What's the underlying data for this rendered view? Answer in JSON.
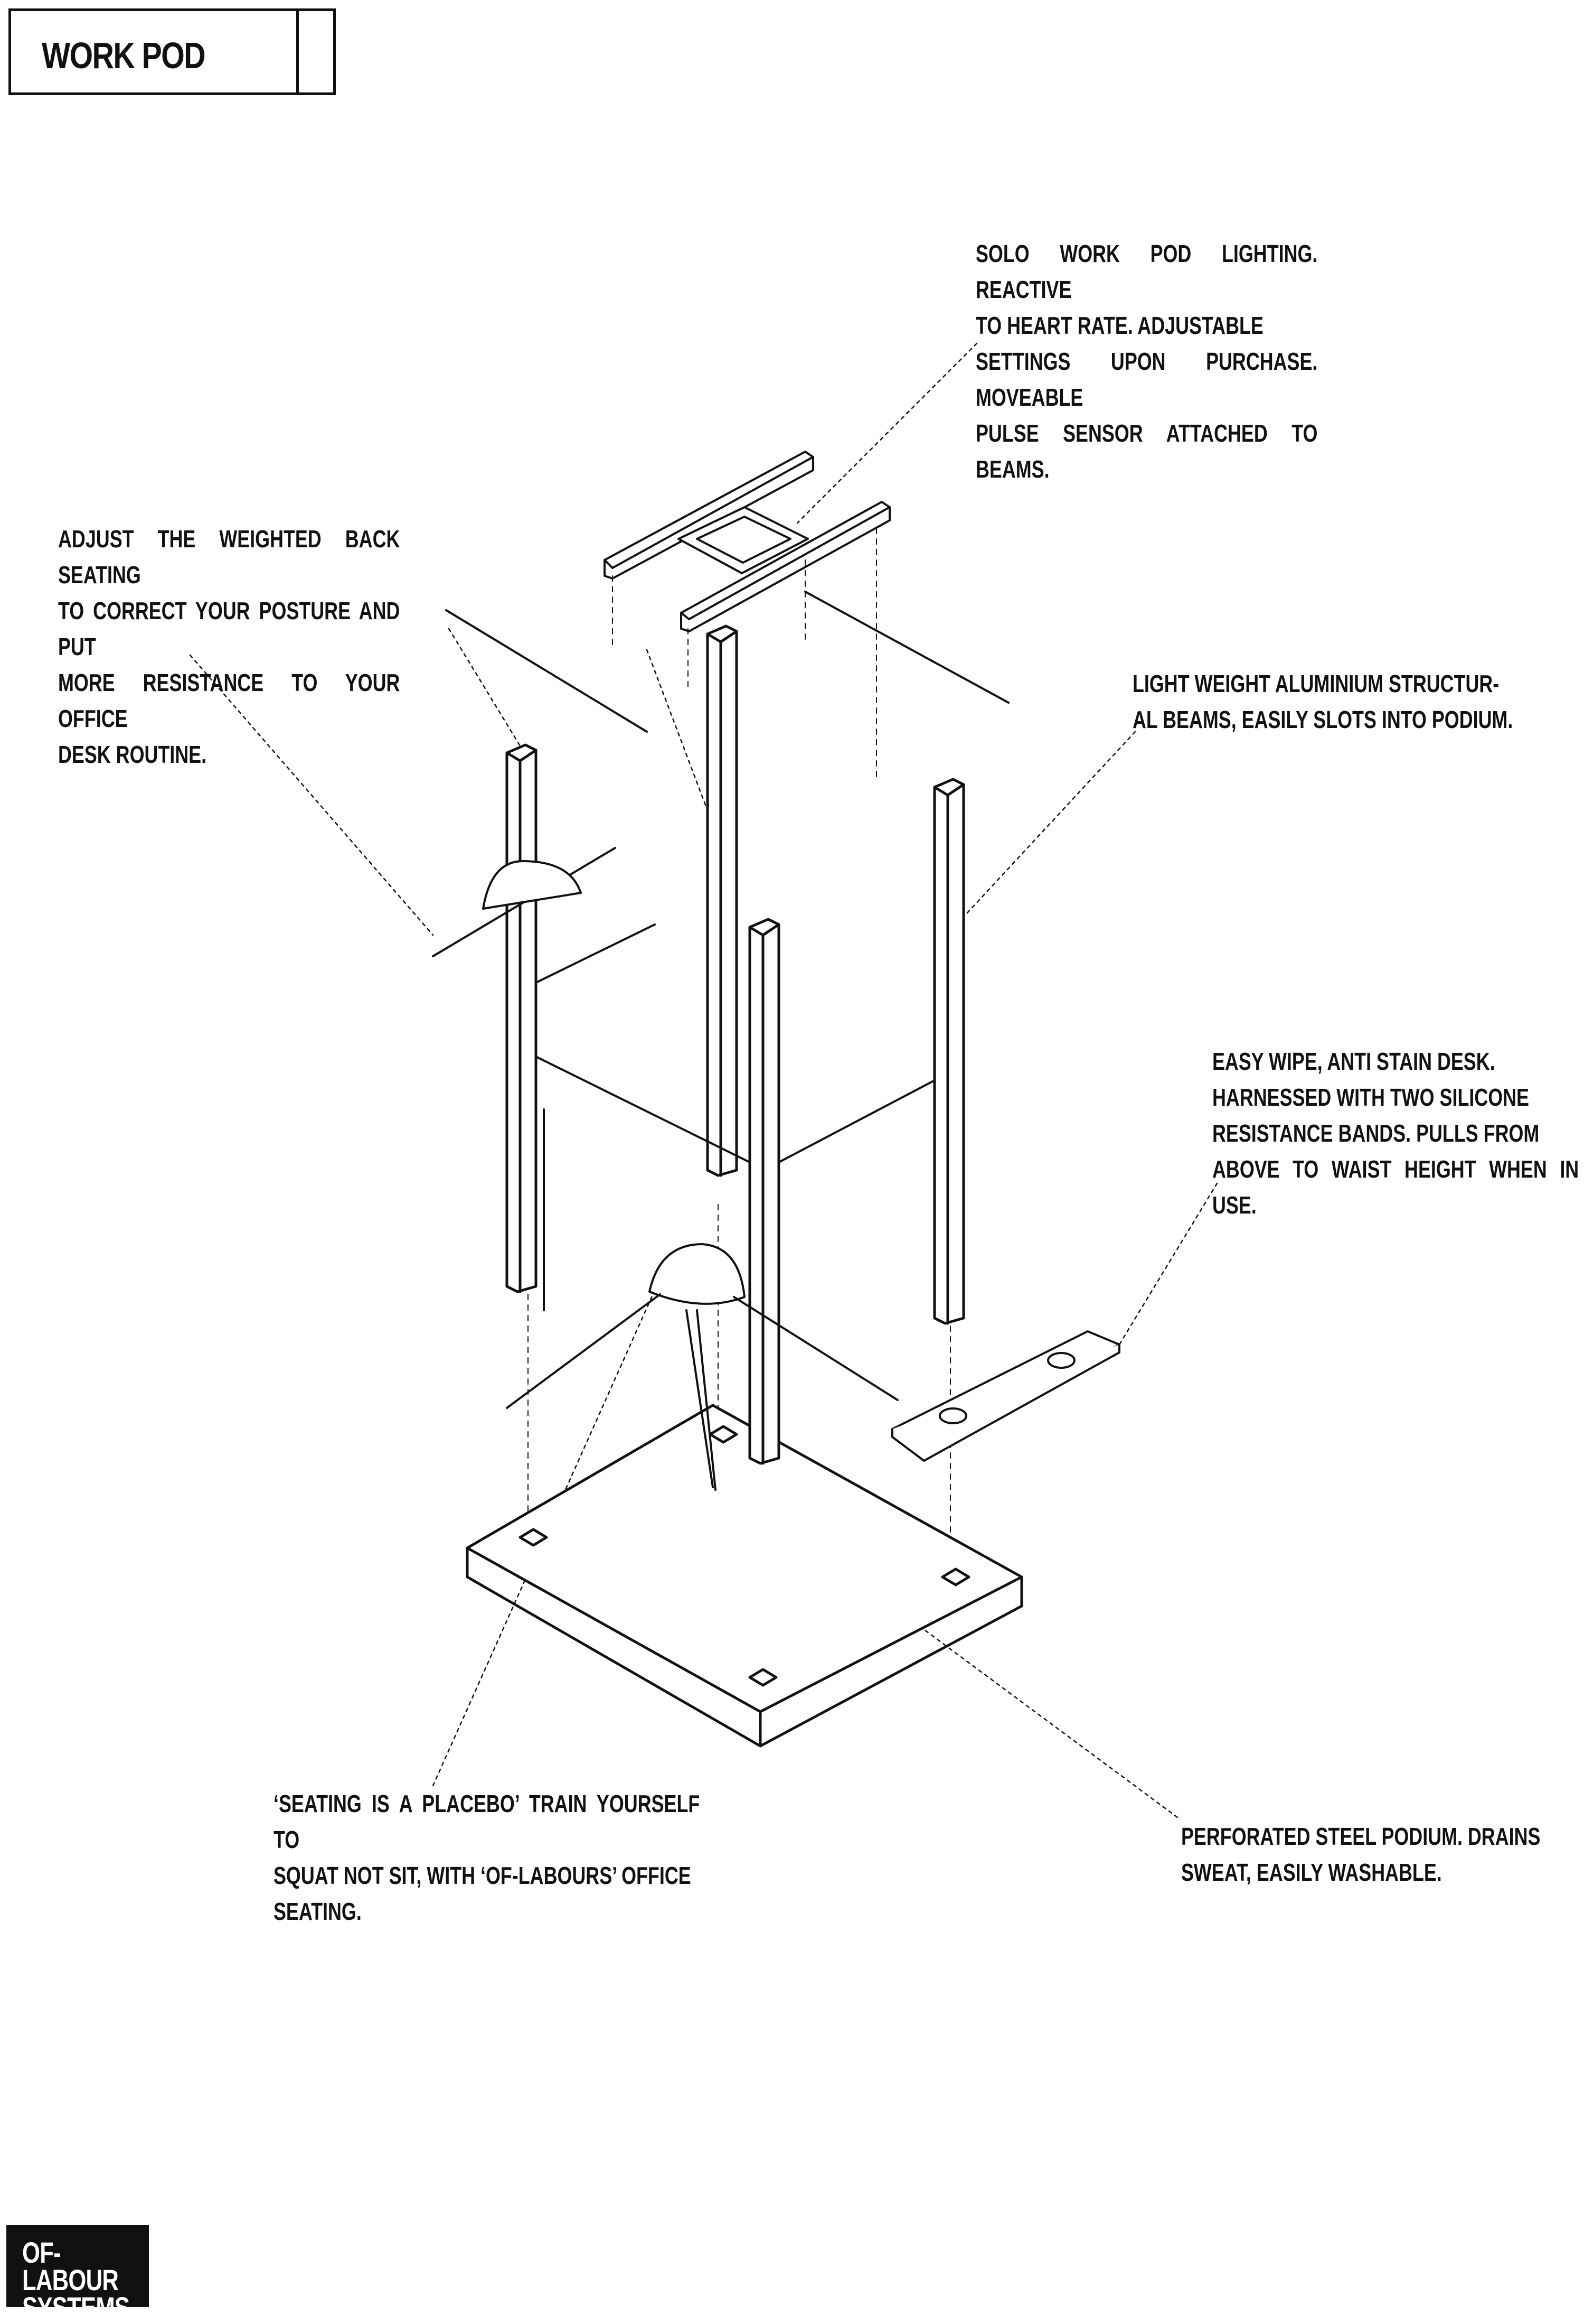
{
  "header": {
    "title": "WORK POD"
  },
  "annotations": {
    "lighting": [
      "SOLO WORK POD LIGHTING. REACTIVE",
      "TO HEART RATE. ADJUSTABLE",
      "SETTINGS UPON PURCHASE. MOVEABLE",
      "PULSE SENSOR ATTACHED TO BEAMS."
    ],
    "seating_back": [
      "ADJUST THE WEIGHTED BACK SEATING",
      "TO CORRECT YOUR POSTURE AND PUT",
      "MORE RESISTANCE TO YOUR OFFICE",
      "DESK ROUTINE."
    ],
    "beams": [
      "LIGHT WEIGHT ALUMINIUM STRUCTUR-",
      "AL BEAMS, EASILY SLOTS INTO PODIUM."
    ],
    "desk": [
      "EASY WIPE, ANTI STAIN DESK.",
      "HARNESSED WITH TWO SILICONE",
      "RESISTANCE BANDS. PULLS FROM",
      "ABOVE TO WAIST HEIGHT WHEN IN USE."
    ],
    "seating_placebo": [
      "‘SEATING IS A PLACEBO’ TRAIN YOURSELF TO",
      "SQUAT NOT SIT, WITH ‘OF-LABOURS’ OFFICE",
      "SEATING."
    ],
    "podium": [
      "PERFORATED STEEL PODIUM. DRAINS",
      "SWEAT, EASILY WASHABLE."
    ]
  },
  "logo": {
    "line1": "OF-LABOUR",
    "line2": "SYSTEMS"
  },
  "colors": {
    "ink": "#111111",
    "paper": "#ffffff"
  }
}
